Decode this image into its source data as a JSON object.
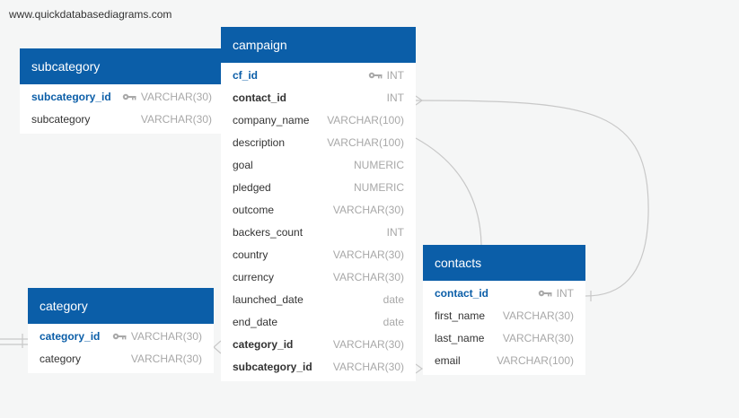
{
  "watermark": "www.quickdatabasediagrams.com",
  "colors": {
    "header": "#0b5ea8",
    "pk": "#0b5ea8",
    "type": "#a8a8a8",
    "connector": "#c8c8c8"
  },
  "tables": [
    {
      "id": "subcategory",
      "title": "subcategory",
      "fields": [
        {
          "name": "subcategory_id",
          "type": "VARCHAR(30)",
          "key": "pk"
        },
        {
          "name": "subcategory",
          "type": "VARCHAR(30)",
          "key": ""
        }
      ]
    },
    {
      "id": "campaign",
      "title": "campaign",
      "fields": [
        {
          "name": "cf_id",
          "type": "INT",
          "key": "pk"
        },
        {
          "name": "contact_id",
          "type": "INT",
          "key": "fk"
        },
        {
          "name": "company_name",
          "type": "VARCHAR(100)",
          "key": ""
        },
        {
          "name": "description",
          "type": "VARCHAR(100)",
          "key": ""
        },
        {
          "name": "goal",
          "type": "NUMERIC",
          "key": ""
        },
        {
          "name": "pledged",
          "type": "NUMERIC",
          "key": ""
        },
        {
          "name": "outcome",
          "type": "VARCHAR(30)",
          "key": ""
        },
        {
          "name": "backers_count",
          "type": "INT",
          "key": ""
        },
        {
          "name": "country",
          "type": "VARCHAR(30)",
          "key": ""
        },
        {
          "name": "currency",
          "type": "VARCHAR(30)",
          "key": ""
        },
        {
          "name": "launched_date",
          "type": "date",
          "key": ""
        },
        {
          "name": "end_date",
          "type": "date",
          "key": ""
        },
        {
          "name": "category_id",
          "type": "VARCHAR(30)",
          "key": "fk"
        },
        {
          "name": "subcategory_id",
          "type": "VARCHAR(30)",
          "key": "fk"
        }
      ]
    },
    {
      "id": "contacts",
      "title": "contacts",
      "fields": [
        {
          "name": "contact_id",
          "type": "INT",
          "key": "pk"
        },
        {
          "name": "first_name",
          "type": "VARCHAR(30)",
          "key": ""
        },
        {
          "name": "last_name",
          "type": "VARCHAR(30)",
          "key": ""
        },
        {
          "name": "email",
          "type": "VARCHAR(100)",
          "key": ""
        }
      ]
    },
    {
      "id": "category",
      "title": "category",
      "fields": [
        {
          "name": "category_id",
          "type": "VARCHAR(30)",
          "key": "pk"
        },
        {
          "name": "category",
          "type": "VARCHAR(30)",
          "key": ""
        }
      ]
    }
  ]
}
